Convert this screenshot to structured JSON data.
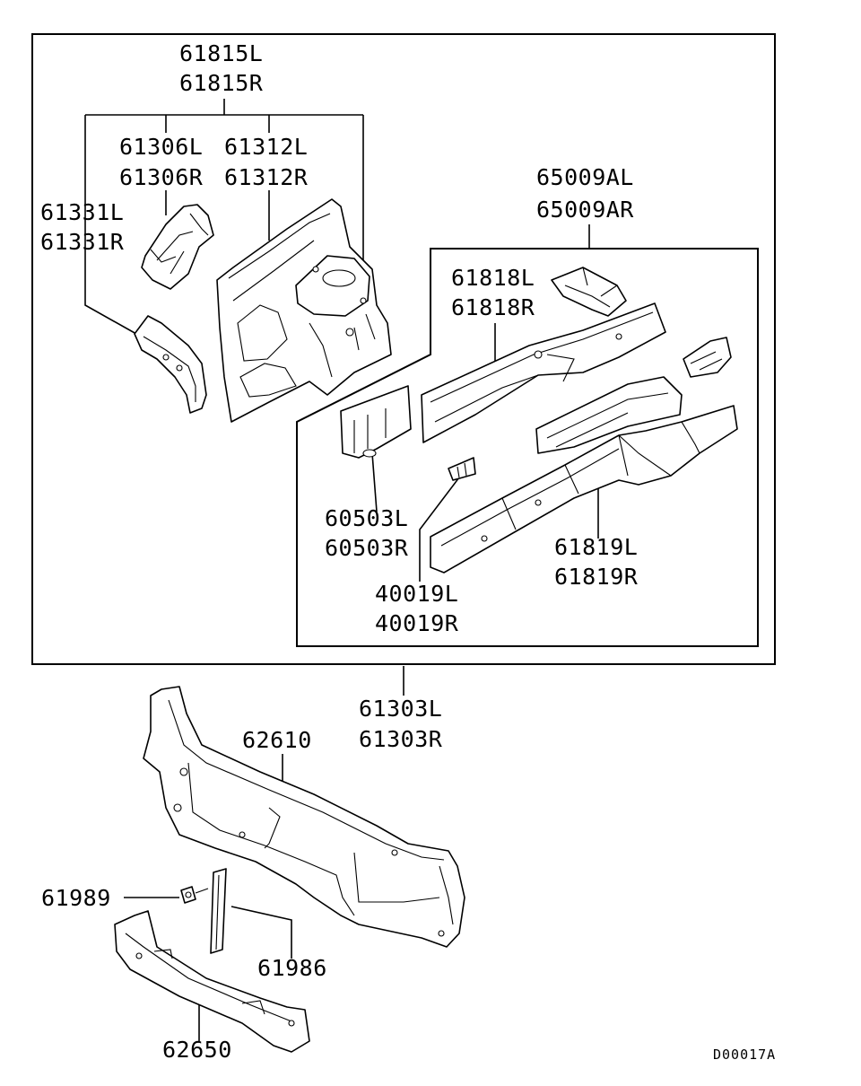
{
  "diagram_code": "D00017A",
  "labels": {
    "p61815": [
      "61815L",
      "61815R"
    ],
    "p61306": [
      "61306L",
      "61306R"
    ],
    "p61312": [
      "61312L",
      "61312R"
    ],
    "p61331": [
      "61331L",
      "61331R"
    ],
    "p65009": [
      "65009AL",
      "65009AR"
    ],
    "p61818": [
      "61818L",
      "61818R"
    ],
    "p60503": [
      "60503L",
      "60503R"
    ],
    "p40019": [
      "40019L",
      "40019R"
    ],
    "p61819": [
      "61819L",
      "61819R"
    ],
    "p61303": [
      "61303L",
      "61303R"
    ],
    "p62610": "62610",
    "p61989": "61989",
    "p61986": "61986",
    "p62650": "62650"
  }
}
